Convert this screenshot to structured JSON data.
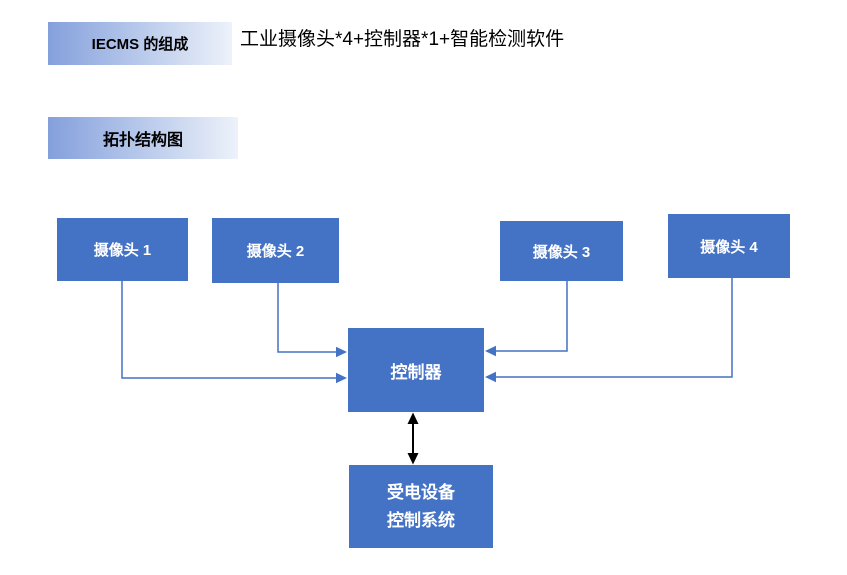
{
  "colors": {
    "node_fill": "#4472C4",
    "node_text": "#FFFFFF",
    "connector": "#4472C4",
    "biarrow": "#000000",
    "label_gradient_start": "#84A0DC",
    "label_gradient_end": "#EDF2FA",
    "text": "#000000",
    "page_bg": "#FFFFFF"
  },
  "header": {
    "section_label": "IECMS 的组成",
    "composition_text": "工业摄像头*4+控制器*1+智能检测软件"
  },
  "topology": {
    "section_label": "拓扑结构图",
    "nodes": {
      "camera1": "摄像头 1",
      "camera2": "摄像头 2",
      "camera3": "摄像头 3",
      "camera4": "摄像头 4",
      "controller": "控制器",
      "powered_device_line1": "受电设备",
      "powered_device_line2": "控制系统"
    }
  }
}
